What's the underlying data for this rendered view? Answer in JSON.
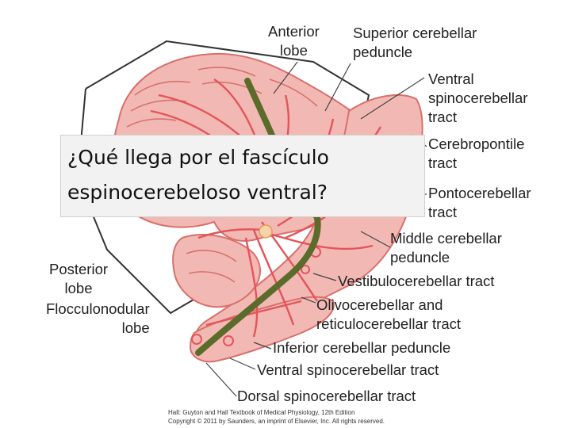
{
  "labels": {
    "anterior_lobe": [
      "Anterior",
      "lobe"
    ],
    "superior_peduncle": [
      "Superior cerebellar",
      "peduncle"
    ],
    "ventral_tract_top": [
      "Ventral",
      "spinocerebellar",
      "tract"
    ],
    "cerebropontile": [
      "Cerebropontile",
      "tract"
    ],
    "pontocerebellar": [
      "Pontocerebellar",
      "tract"
    ],
    "middle_peduncle": [
      "Middle cerebellar",
      "peduncle"
    ],
    "vestibulocerebellar": "Vestibulocerebellar tract",
    "olivocerebellar": [
      "Olivocerebellar and",
      "reticulocerebellar tract"
    ],
    "inferior_peduncle": "Inferior cerebellar peduncle",
    "ventral_tract_bottom": "Ventral spinocerebellar tract",
    "dorsal_tract": "Dorsal spinocerebellar tract",
    "posterior_lobe": [
      "Posterior",
      "lobe"
    ],
    "flocculonodular_lobe": [
      "Flocculonodular",
      "lobe"
    ]
  },
  "question": [
    "¿Qué llega por el fascículo",
    "espinocerebeloso ventral?"
  ],
  "credit": [
    "Hall: Guyton and Hall Textbook of Medical Physiology, 12th Edition",
    "Copyright © 2011 by Saunders, an imprint of Elsevier, Inc. All rights reserved."
  ],
  "colors": {
    "tissue_fill": "#f2b9b4",
    "tissue_stroke": "#d8706c",
    "tract": "#e4545a",
    "highlight": "#5a6b2a"
  }
}
